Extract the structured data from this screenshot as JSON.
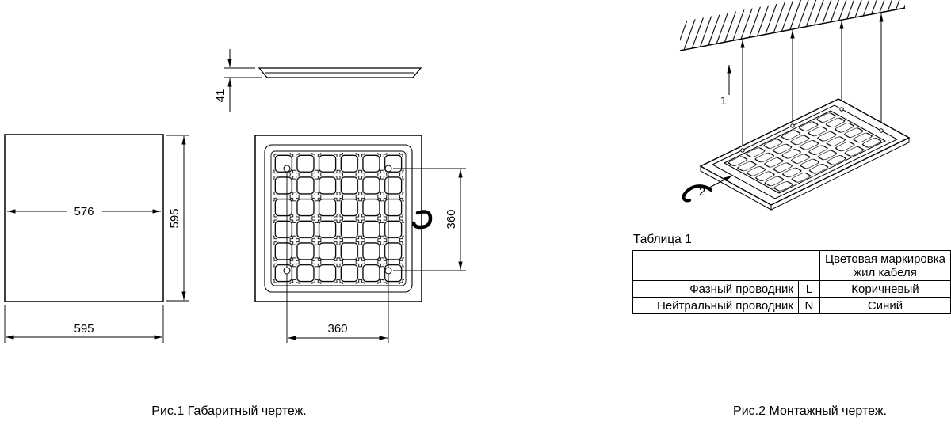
{
  "figure1": {
    "caption": "Рис.1 Габаритный чертеж.",
    "dim_inner_width": "576",
    "dim_height": "595",
    "dim_width": "595",
    "dim_thickness": "41",
    "dim_mount_vertical": "360",
    "dim_mount_horizontal": "360"
  },
  "figure2": {
    "caption": "Рис.2 Монтажный чертеж.",
    "callout_1": "1",
    "callout_2": "2",
    "table_title": "Таблица 1",
    "table": {
      "header_col3_line1": "Цветовая маркировка",
      "header_col3_line2": "жил кабеля",
      "rows": [
        {
          "name": "Фазный проводник",
          "marking": "L",
          "color": "Коричневый"
        },
        {
          "name": "Нейтральный проводник",
          "marking": "N",
          "color": "Синий"
        }
      ]
    }
  }
}
